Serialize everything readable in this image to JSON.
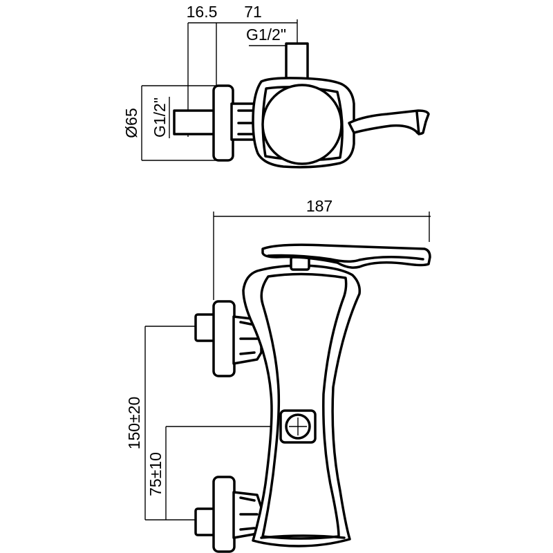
{
  "dimensions": {
    "top_offset": "16.5",
    "top_width": "71",
    "top_thread_outlet": "G1/2\"",
    "diameter": "Ø65",
    "side_thread_inlet": "G1/2\"",
    "overall_width": "187",
    "inlet_spacing": "150±20",
    "center_offset": "75±10"
  },
  "colors": {
    "line": "#000000",
    "background": "#ffffff"
  }
}
